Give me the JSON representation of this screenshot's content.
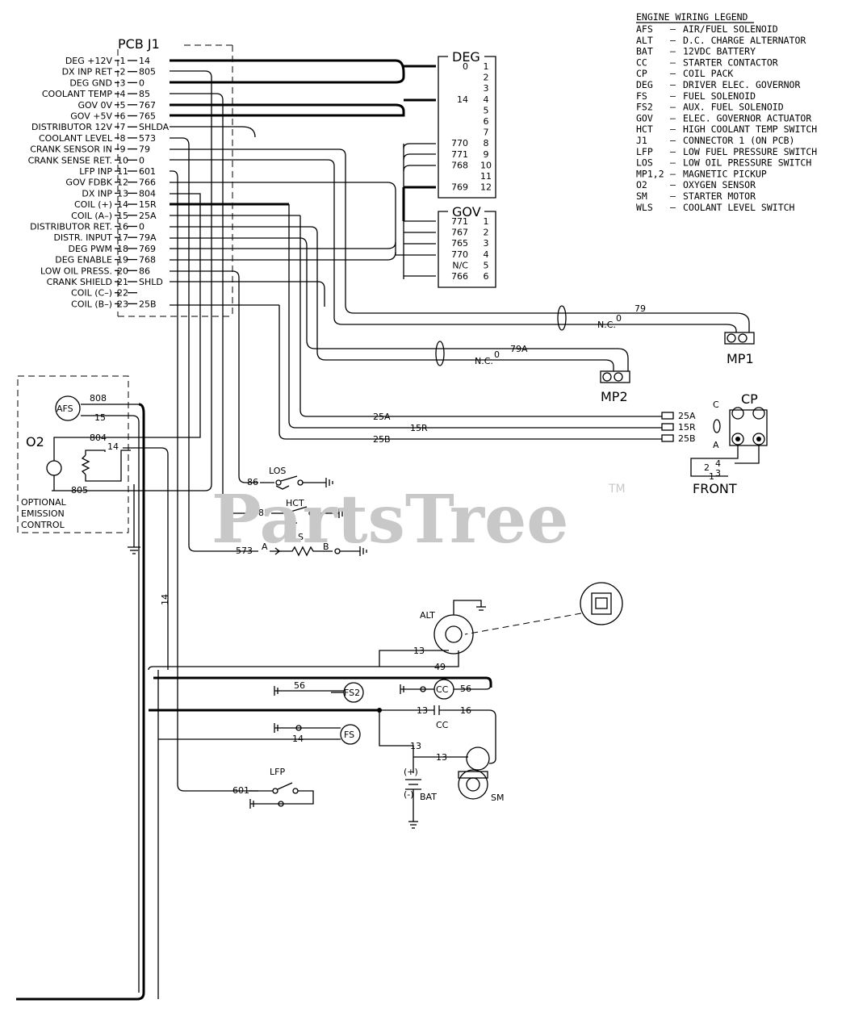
{
  "legend": {
    "title": "ENGINE WIRING LEGEND",
    "entries": [
      {
        "code": "AFS",
        "sep": "–",
        "desc": "AIR/FUEL SOLENOID"
      },
      {
        "code": "ALT",
        "sep": "–",
        "desc": "D.C. CHARGE ALTERNATOR"
      },
      {
        "code": "BAT",
        "sep": "–",
        "desc": "12VDC BATTERY"
      },
      {
        "code": "CC",
        "sep": "–",
        "desc": "STARTER CONTACTOR"
      },
      {
        "code": "CP",
        "sep": "–",
        "desc": "COIL PACK"
      },
      {
        "code": "DEG",
        "sep": "–",
        "desc": "DRIVER ELEC. GOVERNOR"
      },
      {
        "code": "FS",
        "sep": "–",
        "desc": "FUEL SOLENOID"
      },
      {
        "code": "FS2",
        "sep": "–",
        "desc": "AUX. FUEL SOLENOID"
      },
      {
        "code": "GOV",
        "sep": "–",
        "desc": "ELEC. GOVERNOR ACTUATOR"
      },
      {
        "code": "HCT",
        "sep": "–",
        "desc": "HIGH COOLANT TEMP SWITCH"
      },
      {
        "code": "J1",
        "sep": "–",
        "desc": "CONNECTOR 1 (ON PCB)"
      },
      {
        "code": "LFP",
        "sep": "–",
        "desc": "LOW FUEL PRESSURE SWITCH"
      },
      {
        "code": "LOS",
        "sep": "–",
        "desc": "LOW OIL PRESSURE SWITCH"
      },
      {
        "code": "MP1,2",
        "sep": "–",
        "desc": "MAGNETIC PICKUP"
      },
      {
        "code": "O2",
        "sep": "–",
        "desc": "OXYGEN SENSOR"
      },
      {
        "code": "SM",
        "sep": "–",
        "desc": "STARTER MOTOR"
      },
      {
        "code": "WLS",
        "sep": "–",
        "desc": "COOLANT LEVEL SWITCH"
      }
    ]
  },
  "pcb": {
    "title": "PCB J1",
    "pins": [
      {
        "label": "DEG +12V",
        "pin": "1",
        "wire": "14"
      },
      {
        "label": "DX INP RET",
        "pin": "2",
        "wire": "805"
      },
      {
        "label": "DEG GND",
        "pin": "3",
        "wire": "0"
      },
      {
        "label": "COOLANT TEMP",
        "pin": "4",
        "wire": "85"
      },
      {
        "label": "GOV 0V",
        "pin": "5",
        "wire": "767"
      },
      {
        "label": "GOV +5V",
        "pin": "6",
        "wire": "765"
      },
      {
        "label": "DISTRIBUTOR 12V",
        "pin": "7",
        "wire": "SHLDA"
      },
      {
        "label": "COOLANT LEVEL",
        "pin": "8",
        "wire": "573"
      },
      {
        "label": "CRANK SENSOR IN",
        "pin": "9",
        "wire": "79"
      },
      {
        "label": "CRANK SENSE RET.",
        "pin": "10",
        "wire": "0"
      },
      {
        "label": "LFP INP",
        "pin": "11",
        "wire": "601"
      },
      {
        "label": "GOV FDBK",
        "pin": "12",
        "wire": "766"
      },
      {
        "label": "DX INP",
        "pin": "13",
        "wire": "804"
      },
      {
        "label": "COIL (+)",
        "pin": "14",
        "wire": "15R"
      },
      {
        "label": "COIL (A–)",
        "pin": "15",
        "wire": "25A"
      },
      {
        "label": "DISTRIBUTOR RET.",
        "pin": "16",
        "wire": "0"
      },
      {
        "label": "DISTR. INPUT",
        "pin": "17",
        "wire": "79A"
      },
      {
        "label": "DEG PWM",
        "pin": "18",
        "wire": "769"
      },
      {
        "label": "DEG ENABLE",
        "pin": "19",
        "wire": "768"
      },
      {
        "label": "LOW OIL PRESS.",
        "pin": "20",
        "wire": "86"
      },
      {
        "label": "CRANK SHIELD",
        "pin": "21",
        "wire": "SHLD"
      },
      {
        "label": "COIL (C–)",
        "pin": "22",
        "wire": ""
      },
      {
        "label": "COIL (B–)",
        "pin": "23",
        "wire": "25B"
      }
    ]
  },
  "deg": {
    "title": "DEG",
    "rows": [
      {
        "wire": "0",
        "pin": "1"
      },
      {
        "wire": "",
        "pin": "2"
      },
      {
        "wire": "",
        "pin": "3"
      },
      {
        "wire": "14",
        "pin": "4"
      },
      {
        "wire": "",
        "pin": "5"
      },
      {
        "wire": "",
        "pin": "6"
      },
      {
        "wire": "",
        "pin": "7"
      },
      {
        "wire": "770",
        "pin": "8"
      },
      {
        "wire": "771",
        "pin": "9"
      },
      {
        "wire": "768",
        "pin": "10"
      },
      {
        "wire": "",
        "pin": "11"
      },
      {
        "wire": "769",
        "pin": "12"
      }
    ]
  },
  "gov": {
    "title": "GOV",
    "rows": [
      {
        "wire": "771",
        "pin": "1"
      },
      {
        "wire": "767",
        "pin": "2"
      },
      {
        "wire": "765",
        "pin": "3"
      },
      {
        "wire": "770",
        "pin": "4"
      },
      {
        "wire": "N/C",
        "pin": "5"
      },
      {
        "wire": "766",
        "pin": "6"
      }
    ]
  },
  "components": {
    "mp1": "MP1",
    "mp2": "MP2",
    "cp": "CP",
    "cp_c": "C",
    "cp_a": "A",
    "front": "FRONT",
    "afs": "AFS",
    "o2": "O2",
    "optional": [
      "OPTIONAL",
      "EMISSION",
      "CONTROL"
    ],
    "los": "LOS",
    "hct": "HCT",
    "wls": "WLS",
    "alt": "ALT",
    "fs2": "FS2",
    "cc": "CC",
    "fs": "FS",
    "lfp": "LFP",
    "bat": "BAT",
    "bat_plus": "(+)",
    "bat_minus": "(-)",
    "sm": "SM"
  },
  "wires": {
    "w79": "79",
    "nc1": "N.C.",
    "o1": "0",
    "w79a": "79A",
    "nc2": "N.C.",
    "o2": "0",
    "w25a": "25A",
    "w15r": "15R",
    "w25b": "25B",
    "cp25a": "25A",
    "cp15r": "15R",
    "cp25b": "25B",
    "front2": "2",
    "front1": "1",
    "front4": "4",
    "front3": "3",
    "w808": "808",
    "w15": "15",
    "w804": "804",
    "w14a": "14",
    "w805": "805",
    "w86": "86",
    "w85": "85",
    "w573": "573",
    "wA": "A",
    "wB": "B",
    "w14v": "14",
    "w13a": "13",
    "w49": "49",
    "w56a": "56",
    "w56b": "56",
    "w13b": "13",
    "w16": "16",
    "w14b": "14",
    "w13c": "13",
    "w13d": "13",
    "w601": "601"
  },
  "watermark": "PartsTree",
  "watermark_tm": "TM"
}
